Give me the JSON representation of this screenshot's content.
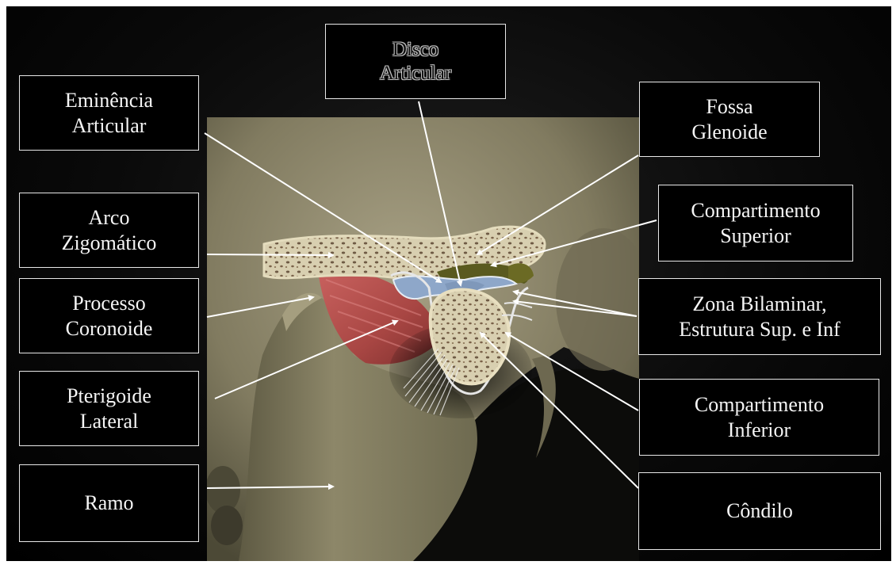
{
  "labels": {
    "disco": [
      "Disco",
      "Articular"
    ],
    "eminencia": [
      "Eminência",
      "Articular"
    ],
    "fossa": [
      "Fossa",
      "Glenoide"
    ],
    "arco": [
      "Arco",
      "Zigomático"
    ],
    "comp_superior": [
      "Compartimento",
      "Superior"
    ],
    "processo": [
      "Processo",
      "Coronoide"
    ],
    "zona": [
      "Zona Bilaminar,",
      "Estrutura Sup. e Inf"
    ],
    "pterigoide": [
      "Pterigoide",
      "Lateral"
    ],
    "comp_inferior": [
      "Compartimento",
      "Inferior"
    ],
    "ramo": [
      "Ramo"
    ],
    "condilo": [
      "Côndilo"
    ]
  },
  "colors": {
    "background": "#000000",
    "bone": "#c9c19f",
    "disc": "#8ea7c9",
    "muscle": "#b54a48",
    "synovial": "#6b6a24",
    "arrow": "#ffffff"
  }
}
